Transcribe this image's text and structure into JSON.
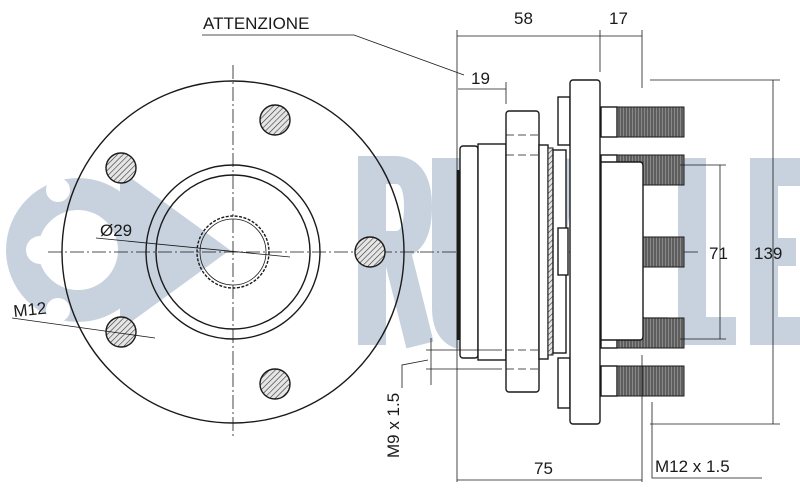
{
  "watermark": {
    "brand": "RUVILLE",
    "color": "#c8d2df"
  },
  "labels": {
    "attention": "ATTENZIONE",
    "bore_diameter": "Ø29",
    "bolt_thread_front": "M12",
    "screw_thread": "M9 x 1.5",
    "stud_thread": "M12 x 1.5"
  },
  "dimensions": {
    "hub_length": "58",
    "stud_protrusion": "17",
    "bearing_width": "19",
    "overall_length": "75",
    "pilot_diameter": "71",
    "flange_diameter": "139"
  }
}
